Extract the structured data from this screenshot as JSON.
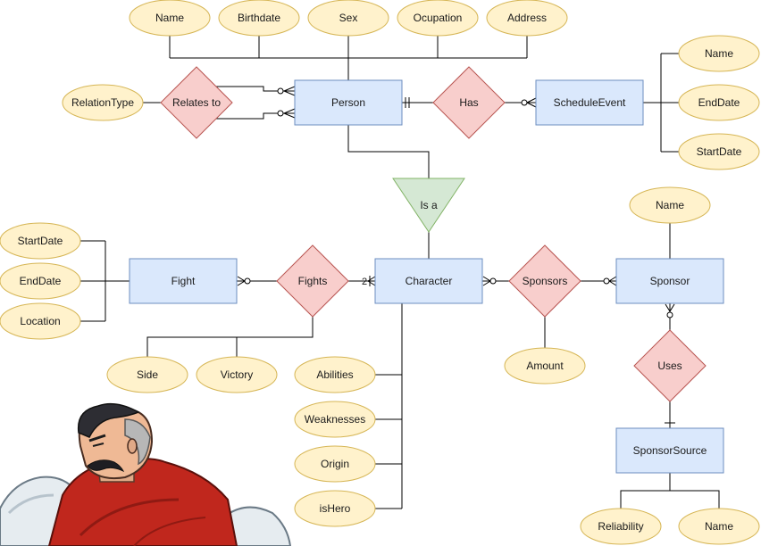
{
  "diagram": {
    "entities": {
      "person": "Person",
      "schedule_event": "ScheduleEvent",
      "character": "Character",
      "fight": "Fight",
      "sponsor": "Sponsor",
      "sponsor_source": "SponsorSource"
    },
    "relationships": {
      "relates_to": "Relates to",
      "has": "Has",
      "is_a": "Is a",
      "fights": "Fights",
      "sponsors": "Sponsors",
      "uses": "Uses"
    },
    "attributes": {
      "person_name": "Name",
      "person_birthdate": "Birthdate",
      "person_sex": "Sex",
      "person_ocupation": "Ocupation",
      "person_address": "Address",
      "relation_type": "RelationType",
      "event_name": "Name",
      "event_end_date": "EndDate",
      "event_start_date": "StartDate",
      "fight_start_date": "StartDate",
      "fight_end_date": "EndDate",
      "fight_location": "Location",
      "fights_side": "Side",
      "fights_victory": "Victory",
      "char_abilities": "Abilities",
      "char_weaknesses": "Weaknesses",
      "char_origin": "Origin",
      "char_is_hero": "isHero",
      "sponsors_amount": "Amount",
      "sponsor_name": "Name",
      "source_reliability": "Reliability",
      "source_name": "Name"
    },
    "cardinality_label": "2"
  },
  "colors": {
    "entity_fill": "#dae8fc",
    "entity_stroke": "#6c8ebf",
    "relationship_fill": "#f8cecc",
    "relationship_stroke": "#b85450",
    "isa_fill": "#d5e8d4",
    "isa_stroke": "#82b366",
    "attribute_fill": "#fff2cc",
    "attribute_stroke": "#d6b656"
  },
  "illustration": "cartoon-mustached-man-red-shirt"
}
